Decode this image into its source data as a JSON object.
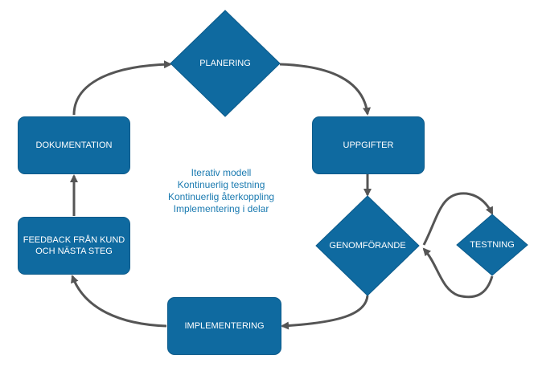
{
  "nodes": {
    "planering": "PLANERING",
    "uppgifter": "UPPGIFTER",
    "genomforande": "GENOMFÖRANDE",
    "testning": "TESTNING",
    "implementering": "IMPLEMENTERING",
    "feedback_line1": "FEEDBACK FRÅN KUND",
    "feedback_line2": "OCH NÄSTA STEG",
    "dokumentation": "DOKUMENTATION"
  },
  "notes": [
    "Iterativ modell",
    "Kontinuerlig testning",
    "Kontinuerlig återkoppling",
    "Implementering i delar"
  ],
  "colors": {
    "node_fill": "#0f6aa0",
    "arrow": "#555555",
    "note_text": "#1a7ab0"
  }
}
